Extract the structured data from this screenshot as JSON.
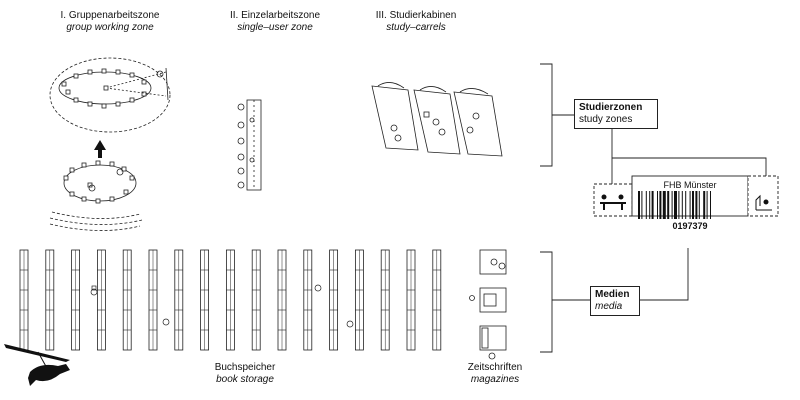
{
  "zones": {
    "group": {
      "title": "I. Gruppenarbeitszone",
      "subtitle": "group working zone"
    },
    "single": {
      "title": "II. Einzelarbeitszone",
      "subtitle": "single–user zone"
    },
    "carrels": {
      "title": "III. Studierkabinen",
      "subtitle": "study–carrels"
    },
    "storage": {
      "title": "Buchspeicher",
      "subtitle": "book storage"
    },
    "magazines": {
      "title": "Zeitschriften",
      "subtitle": "magazines"
    }
  },
  "legend": {
    "study": {
      "title": "Studierzonen",
      "subtitle": "study zones"
    },
    "media": {
      "title": "Medien",
      "subtitle": "media"
    }
  },
  "card": {
    "institution": "FHB Münster",
    "number": "0197379"
  },
  "colors": {
    "line": "#222222",
    "background": "#ffffff",
    "dog": "#111111"
  }
}
